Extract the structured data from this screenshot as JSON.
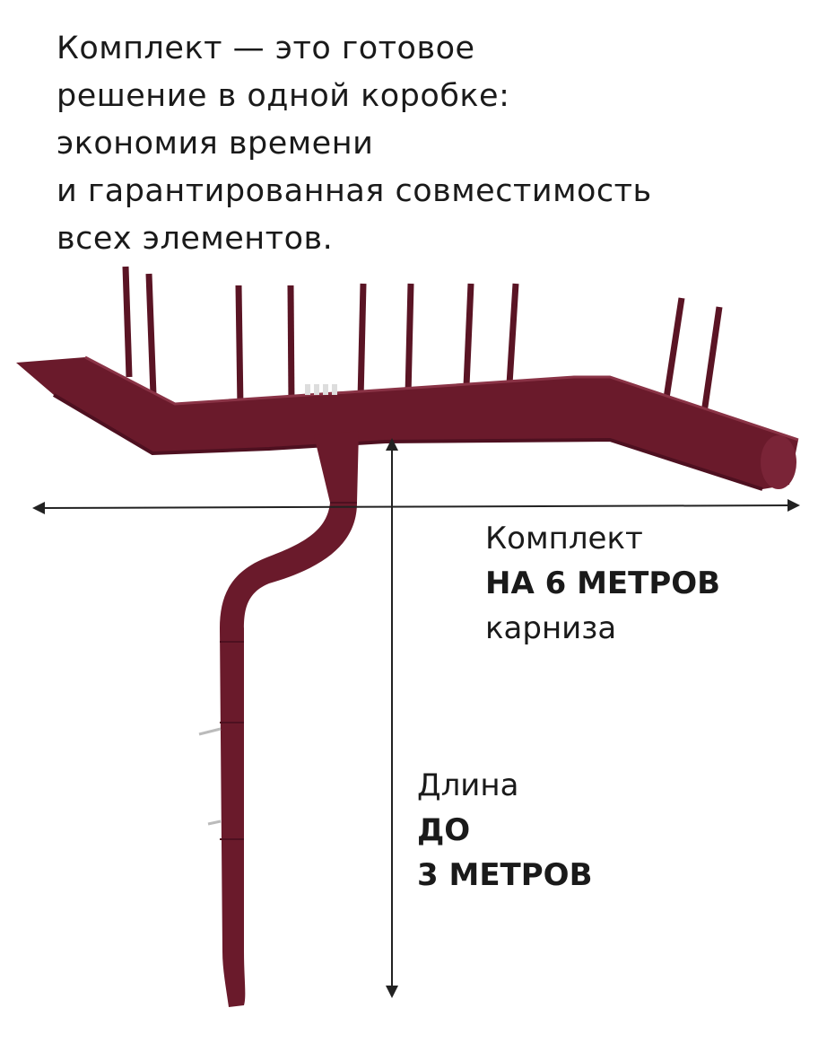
{
  "intro_lines": [
    "Комплект — это готовое",
    "решение в одной коробке:",
    "экономия времени",
    "и гарантированная совместимость",
    "всех элементов."
  ],
  "width_label": {
    "line1": "Комплект",
    "line2": "НА 6 МЕТРОВ",
    "line3": "карниза"
  },
  "length_label": {
    "line1": "Длина",
    "line2": "ДО",
    "line3": "3 МЕТРОВ"
  },
  "colors": {
    "gutter": "#6a1a2b",
    "gutter_dark": "#4e1020",
    "arrow": "#222222",
    "text": "#1a1a1a"
  }
}
